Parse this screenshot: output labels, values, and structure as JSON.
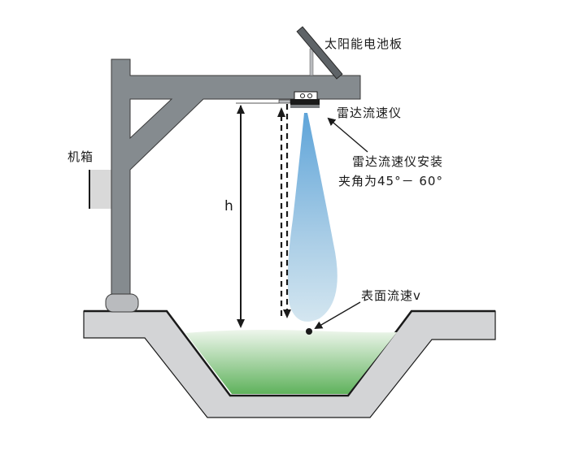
{
  "diagram": {
    "title": "Radar flow meter installation schematic",
    "labels": {
      "solar_panel": "太阳能电池板",
      "radar_meter": "雷达流速仪",
      "install_angle_line1": "雷达流速仪安装",
      "install_angle_line2": "夹角为45°－ 60°",
      "cabinet": "机箱",
      "height": "h",
      "surface_velocity": "表面流速v"
    },
    "colors": {
      "frame": "#858b8f",
      "channel": "#d3d4d6",
      "water_top": "#e3f1e1",
      "water_bottom": "#62b35f",
      "beam_top": "#6aa9d8",
      "beam_bottom": "#cfe2ee",
      "cabinet": "#d9d9d9",
      "outline": "#1a1a1a"
    }
  }
}
